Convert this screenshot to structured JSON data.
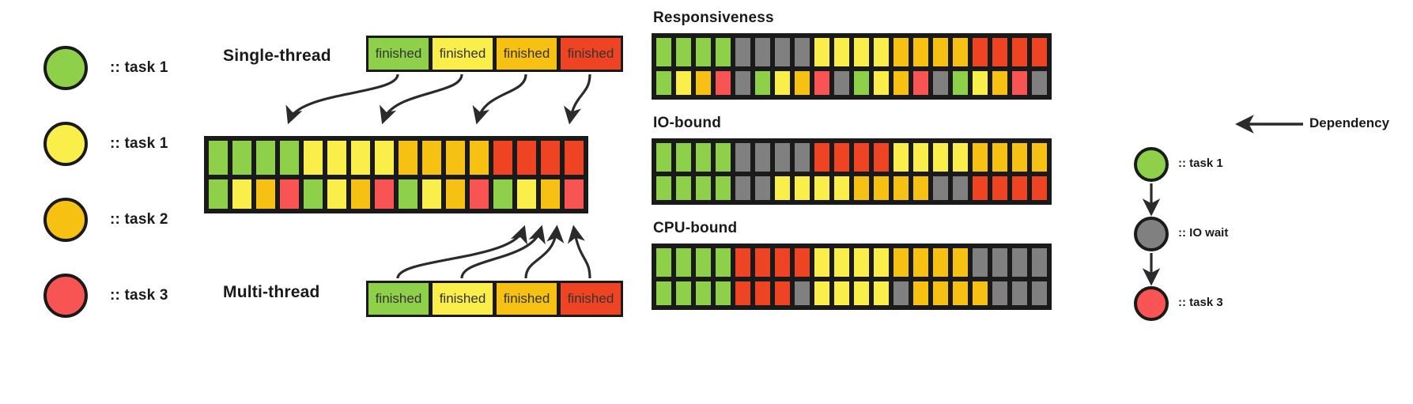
{
  "palette": {
    "green": "#8ed04a",
    "yellow": "#f9ee4a",
    "orange": "#f7c114",
    "red": "#f95454",
    "gray": "#808080",
    "deep_red": "#ef4423",
    "outline": "#1a1a1a",
    "background": "#ffffff"
  },
  "legend": {
    "items": [
      {
        "color_key": "green",
        "label": ":: task 1"
      },
      {
        "color_key": "yellow",
        "label": ":: task 1"
      },
      {
        "color_key": "orange",
        "label": ":: task 2"
      },
      {
        "color_key": "red",
        "label": ":: task 3"
      }
    ]
  },
  "single_thread": {
    "title": "Single-thread",
    "boxes": [
      {
        "label": "finished",
        "color_key": "green"
      },
      {
        "label": "finished",
        "color_key": "yellow"
      },
      {
        "label": "finished",
        "color_key": "orange"
      },
      {
        "label": "finished",
        "color_key": "deep_red"
      }
    ]
  },
  "multi_thread": {
    "title": "Multi-thread",
    "boxes": [
      {
        "label": "finished",
        "color_key": "green"
      },
      {
        "label": "finished",
        "color_key": "yellow"
      },
      {
        "label": "finished",
        "color_key": "orange"
      },
      {
        "label": "finished",
        "color_key": "deep_red"
      }
    ]
  },
  "main_timeline": {
    "rows": [
      [
        "green",
        "green",
        "green",
        "green",
        "yellow",
        "yellow",
        "yellow",
        "yellow",
        "orange",
        "orange",
        "orange",
        "orange",
        "deep_red",
        "deep_red",
        "deep_red",
        "deep_red"
      ],
      [
        "green",
        "yellow",
        "orange",
        "red",
        "green",
        "yellow",
        "orange",
        "red",
        "green",
        "yellow",
        "orange",
        "red",
        "green",
        "yellow",
        "orange",
        "red"
      ]
    ]
  },
  "panels": [
    {
      "title": "Responsiveness",
      "rows": [
        [
          "green",
          "green",
          "green",
          "green",
          "gray",
          "gray",
          "gray",
          "gray",
          "yellow",
          "yellow",
          "yellow",
          "yellow",
          "orange",
          "orange",
          "orange",
          "orange",
          "deep_red",
          "deep_red",
          "deep_red",
          "deep_red"
        ],
        [
          "green",
          "yellow",
          "orange",
          "red",
          "gray",
          "green",
          "yellow",
          "orange",
          "red",
          "gray",
          "green",
          "yellow",
          "orange",
          "red",
          "gray",
          "green",
          "yellow",
          "orange",
          "red",
          "gray"
        ]
      ]
    },
    {
      "title": "IO-bound",
      "rows": [
        [
          "green",
          "green",
          "green",
          "green",
          "gray",
          "gray",
          "gray",
          "gray",
          "deep_red",
          "deep_red",
          "deep_red",
          "deep_red",
          "yellow",
          "yellow",
          "yellow",
          "yellow",
          "orange",
          "orange",
          "orange",
          "orange"
        ],
        [
          "green",
          "green",
          "green",
          "green",
          "gray",
          "gray",
          "yellow",
          "yellow",
          "yellow",
          "yellow",
          "orange",
          "orange",
          "orange",
          "orange",
          "gray",
          "gray",
          "deep_red",
          "deep_red",
          "deep_red",
          "deep_red"
        ]
      ]
    },
    {
      "title": "CPU-bound",
      "rows": [
        [
          "green",
          "green",
          "green",
          "green",
          "deep_red",
          "deep_red",
          "deep_red",
          "deep_red",
          "yellow",
          "yellow",
          "yellow",
          "yellow",
          "orange",
          "orange",
          "orange",
          "orange",
          "gray",
          "gray",
          "gray",
          "gray"
        ],
        [
          "green",
          "green",
          "green",
          "green",
          "deep_red",
          "deep_red",
          "deep_red",
          "gray",
          "yellow",
          "yellow",
          "yellow",
          "yellow",
          "gray",
          "orange",
          "orange",
          "orange",
          "orange",
          "gray",
          "gray",
          "gray"
        ]
      ]
    }
  ],
  "dependency": {
    "arrow_label": "Dependency",
    "nodes": [
      {
        "color_key": "green",
        "label": ":: task 1"
      },
      {
        "color_key": "gray",
        "label": ":: IO wait"
      },
      {
        "color_key": "red",
        "label": ":: task 3"
      }
    ]
  }
}
